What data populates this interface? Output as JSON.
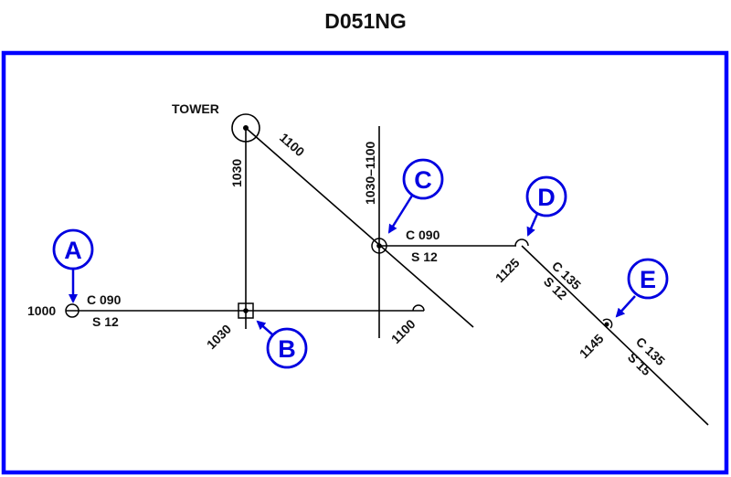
{
  "title": "D051NG",
  "colors": {
    "border": "#0000ff",
    "callout": "#0000e0",
    "line": "#000000"
  },
  "tower": {
    "label": "TOWER"
  },
  "legs": {
    "tower_to_B_time": "1030",
    "tower_to_C_time": "1100",
    "C_vertical_time": "1030–1100",
    "B_bearing_time": "1030",
    "right_end_time": "1100"
  },
  "points": {
    "A": {
      "letter": "A",
      "time": "1000",
      "course": "C 090",
      "speed": "S 12"
    },
    "B": {
      "letter": "B"
    },
    "C": {
      "letter": "C",
      "course": "C 090",
      "speed": "S 12"
    },
    "D": {
      "letter": "D",
      "time": "1125",
      "course": "C 135",
      "speed": "S 12"
    },
    "E": {
      "letter": "E",
      "time": "1145",
      "course": "C 135",
      "speed": "S 15"
    }
  }
}
